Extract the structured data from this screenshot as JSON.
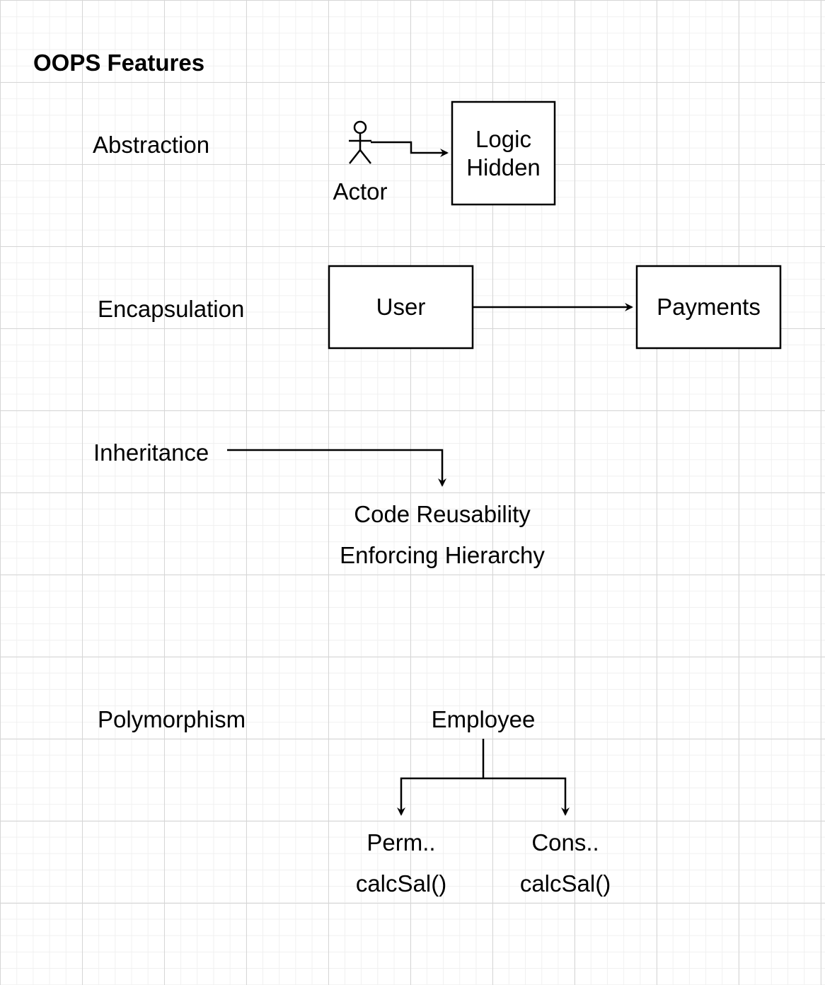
{
  "title": "OOPS Features",
  "sections": {
    "abstraction": {
      "label": "Abstraction",
      "actor_label": "Actor",
      "box_line1": "Logic",
      "box_line2": "Hidden"
    },
    "encapsulation": {
      "label": "Encapsulation",
      "box_left": "User",
      "box_right": "Payments"
    },
    "inheritance": {
      "label": "Inheritance",
      "benefit_1": "Code Reusability",
      "benefit_2": "Enforcing Hierarchy"
    },
    "polymorphism": {
      "label": "Polymorphism",
      "parent": "Employee",
      "child_left": "Perm..",
      "child_left_method": "calcSal()",
      "child_right": "Cons..",
      "child_right_method": "calcSal()"
    }
  }
}
